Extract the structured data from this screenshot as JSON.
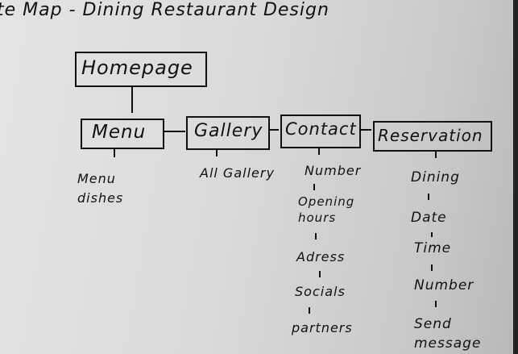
{
  "title": "te Map - Dining Restaurant Design",
  "root": "Homepage",
  "sections": [
    {
      "label": "Menu",
      "children": [
        "Menu dishes"
      ]
    },
    {
      "label": "Gallery",
      "children": [
        "All Gallery"
      ]
    },
    {
      "label": "Contact",
      "children": [
        "Number",
        "Opening hours",
        "Adress",
        "Socials",
        "partners"
      ]
    },
    {
      "label": "Reservation",
      "children": [
        "Dining",
        "Date",
        "Time",
        "Number",
        "Send message"
      ]
    }
  ]
}
